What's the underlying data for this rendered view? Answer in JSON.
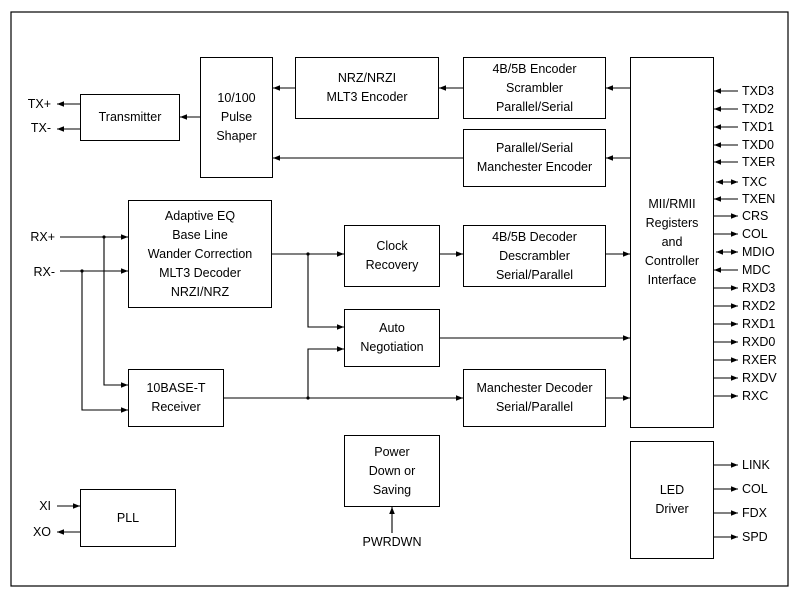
{
  "blocks": {
    "transmitter": [
      "Transmitter"
    ],
    "pulse_shaper": [
      "10/100",
      "Pulse",
      "Shaper"
    ],
    "nrz_encoder": [
      "NRZ/NRZI",
      "MLT3 Encoder"
    ],
    "encoder_4b5b": [
      "4B/5B Encoder",
      "Scrambler",
      "Parallel/Serial"
    ],
    "manchester_encoder": [
      "Parallel/Serial",
      "Manchester Encoder"
    ],
    "adaptive_eq": [
      "Adaptive EQ",
      "Base Line",
      "Wander Correction",
      "MLT3 Decoder",
      "NRZI/NRZ"
    ],
    "clock_recovery": [
      "Clock",
      "Recovery"
    ],
    "decoder_4b5b": [
      "4B/5B Decoder",
      "Descrambler",
      "Serial/Parallel"
    ],
    "auto_negotiation": [
      "Auto",
      "Negotiation"
    ],
    "receiver_10baset": [
      "10BASE-T",
      "Receiver"
    ],
    "manchester_decoder": [
      "Manchester Decoder",
      "Serial/Parallel"
    ],
    "power_down": [
      "Power",
      "Down or",
      "Saving"
    ],
    "pll": [
      "PLL"
    ],
    "mii_interface": [
      "MII/RMII",
      "Registers",
      "and",
      "Controller",
      "Interface"
    ],
    "led_driver": [
      "LED",
      "Driver"
    ]
  },
  "left_pins": {
    "tx_plus": "TX+",
    "tx_minus": "TX-",
    "rx_plus": "RX+",
    "rx_minus": "RX-",
    "xi": "XI",
    "xo": "XO"
  },
  "bottom_pins": {
    "pwrdwn": "PWRDWN"
  },
  "mii_pins": [
    {
      "label": "TXD3",
      "dir": "in"
    },
    {
      "label": "TXD2",
      "dir": "in"
    },
    {
      "label": "TXD1",
      "dir": "in"
    },
    {
      "label": "TXD0",
      "dir": "in"
    },
    {
      "label": "TXER",
      "dir": "in"
    },
    {
      "label": "TXC",
      "dir": "bi"
    },
    {
      "label": "TXEN",
      "dir": "in"
    },
    {
      "label": "CRS",
      "dir": "out"
    },
    {
      "label": "COL",
      "dir": "out"
    },
    {
      "label": "MDIO",
      "dir": "bi"
    },
    {
      "label": "MDC",
      "dir": "in"
    },
    {
      "label": "RXD3",
      "dir": "out"
    },
    {
      "label": "RXD2",
      "dir": "out"
    },
    {
      "label": "RXD1",
      "dir": "out"
    },
    {
      "label": "RXD0",
      "dir": "out"
    },
    {
      "label": "RXER",
      "dir": "out"
    },
    {
      "label": "RXDV",
      "dir": "out"
    },
    {
      "label": "RXC",
      "dir": "out"
    }
  ],
  "led_pins": [
    {
      "label": "LINK",
      "dir": "out"
    },
    {
      "label": "COL",
      "dir": "out"
    },
    {
      "label": "FDX",
      "dir": "out"
    },
    {
      "label": "SPD",
      "dir": "out"
    }
  ]
}
